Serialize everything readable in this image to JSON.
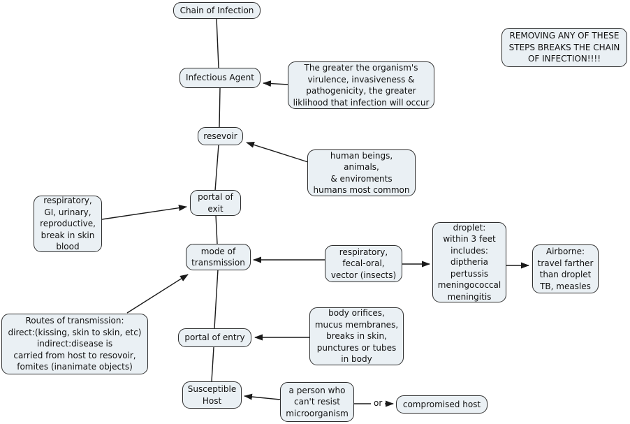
{
  "diagram": {
    "title_node": "Chain of Infection",
    "colors": {
      "background": "#ffffff",
      "node_fill": "#eaf0f4",
      "node_border": "#2e2e2e",
      "edge": "#1a1a1a"
    },
    "nodes": {
      "chain_of_infection": "Chain of Infection",
      "removing_note": "REMOVING ANY OF THESE\nSTEPS BREAKS THE CHAIN\nOF INFECTION!!!!",
      "infectious_agent": "Infectious Agent",
      "virulence_note": "The greater the organism's\nvirulence, invasiveness &\npathogenicity, the greater\nliklihood that infection will occur",
      "resevoir": "resevoir",
      "reservoir_note": "human beings,\nanimals,\n& enviroments\nhumans most common",
      "portal_of_exit": "portal of\nexit",
      "exit_note": "respiratory,\nGI, urinary,\nreproductive,\nbreak in skin\nblood",
      "mode_of_transmission": "mode of\ntransmission",
      "transmission_note": "respiratory,\nfecal-oral,\nvector (insects)",
      "droplet_note": "droplet:\nwithin 3 feet\nincludes:\ndiptheria\npertussis\nmeningococcal\nmeningitis",
      "airborne_note": "Airborne:\ntravel farther\nthan droplet\nTB, measles",
      "routes_note": "Routes of transmission:\ndirect:(kissing, skin to skin, etc)\nindirect:disease is\ncarried from host to resovoir,\nfomites (inanimate objects)",
      "portal_of_entry": "portal of entry",
      "entry_note": "body orifices,\nmucus membranes,\nbreaks in skin,\npunctures or tubes\nin body",
      "susceptible_host": "Susceptible\nHost",
      "host_note": "a person who\ncan't resist\nmicroorganism",
      "or_label": "or",
      "compromised_host": "compromised host"
    },
    "edges": [
      {
        "from": "chain-of-infection",
        "to": "infectious-agent",
        "arrow": false
      },
      {
        "from": "infectious-agent",
        "to": "resevoir",
        "arrow": false
      },
      {
        "from": "resevoir",
        "to": "portal-of-exit",
        "arrow": false
      },
      {
        "from": "portal-of-exit",
        "to": "mode-of-transmission",
        "arrow": false
      },
      {
        "from": "mode-of-transmission",
        "to": "portal-of-entry",
        "arrow": false
      },
      {
        "from": "portal-of-entry",
        "to": "susceptible-host",
        "arrow": false
      },
      {
        "from": "virulence-note",
        "to": "infectious-agent",
        "arrow": true
      },
      {
        "from": "reservoir-note",
        "to": "resevoir",
        "arrow": true
      },
      {
        "from": "exit-note",
        "to": "portal-of-exit",
        "arrow": true
      },
      {
        "from": "transmission-note",
        "to": "mode-of-transmission",
        "arrow": true
      },
      {
        "from": "transmission-note",
        "to": "droplet-note",
        "arrow": true
      },
      {
        "from": "droplet-note",
        "to": "airborne-note",
        "arrow": true
      },
      {
        "from": "routes-note",
        "to": "mode-of-transmission",
        "arrow": true
      },
      {
        "from": "entry-note",
        "to": "portal-of-entry",
        "arrow": true
      },
      {
        "from": "host-note",
        "to": "susceptible-host",
        "arrow": true
      },
      {
        "from": "host-note",
        "to": "compromised-host",
        "arrow": true,
        "label": "or"
      }
    ]
  }
}
